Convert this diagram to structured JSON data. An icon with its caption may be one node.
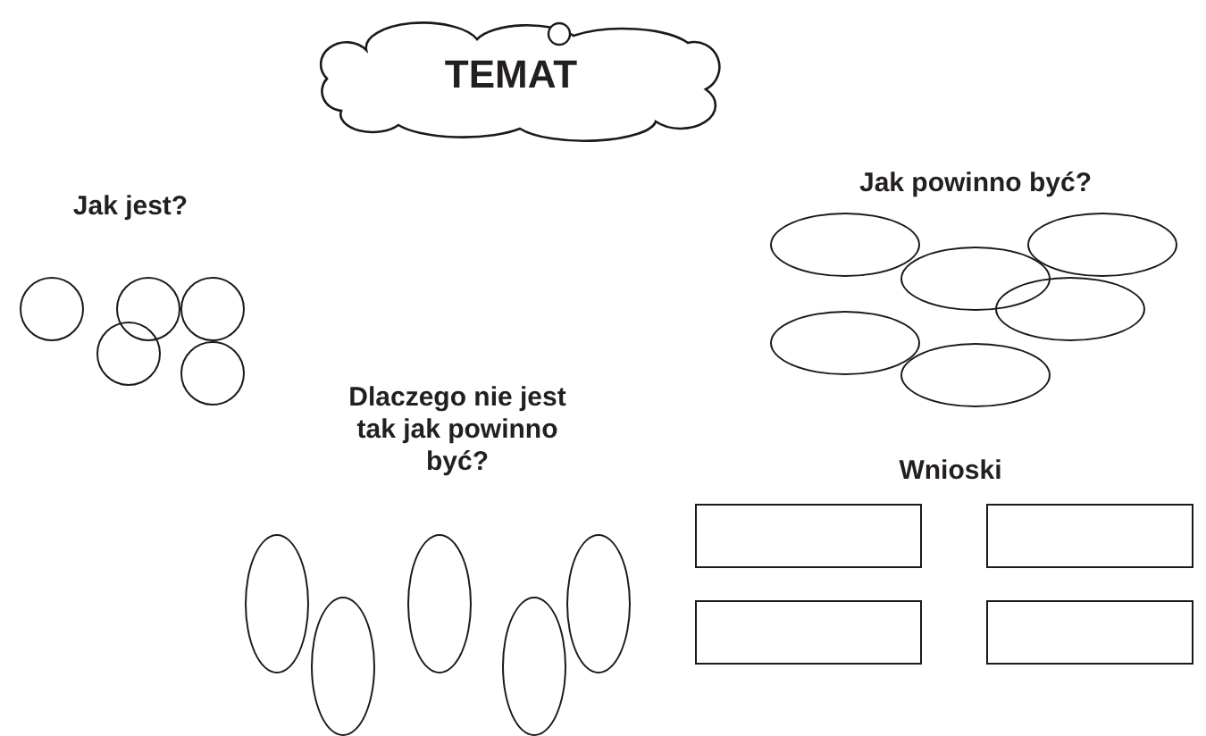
{
  "diagram": {
    "nodes": [
      {
        "text": [
          "TEMAT"
        ]
      },
      {
        "text": [],
        "shape": "circle"
      },
      {
        "text": [],
        "shape": "circle"
      },
      {
        "text": [],
        "shape": "circle"
      },
      {
        "text": [],
        "shape": "circle"
      },
      {
        "text": [],
        "shape": "circle"
      },
      {
        "text": [],
        "shape": "ellipse"
      },
      {
        "text": [],
        "shape": "ellipse"
      },
      {
        "text": [],
        "shape": "ellipse"
      },
      {
        "text": [],
        "shape": "ellipse"
      },
      {
        "text": [],
        "shape": "ellipse"
      },
      {
        "text": [],
        "shape": "ellipse"
      },
      {
        "text": [],
        "shape": "ellipse"
      },
      {
        "text": [],
        "shape": "ellipse"
      },
      {
        "text": [],
        "shape": "ellipse"
      },
      {
        "text": [],
        "shape": "ellipse"
      },
      {
        "text": [],
        "shape": "ellipse"
      },
      {
        "text": [],
        "shape": "box"
      },
      {
        "text": [],
        "shape": "box"
      },
      {
        "text": [],
        "shape": "box"
      },
      {
        "text": [],
        "shape": "box"
      }
    ],
    "labels": [
      "Jak jest?",
      "Jak powinno być?",
      "Dlaczego nie jest tak jak powinno być?",
      "Wnioski"
    ]
  }
}
